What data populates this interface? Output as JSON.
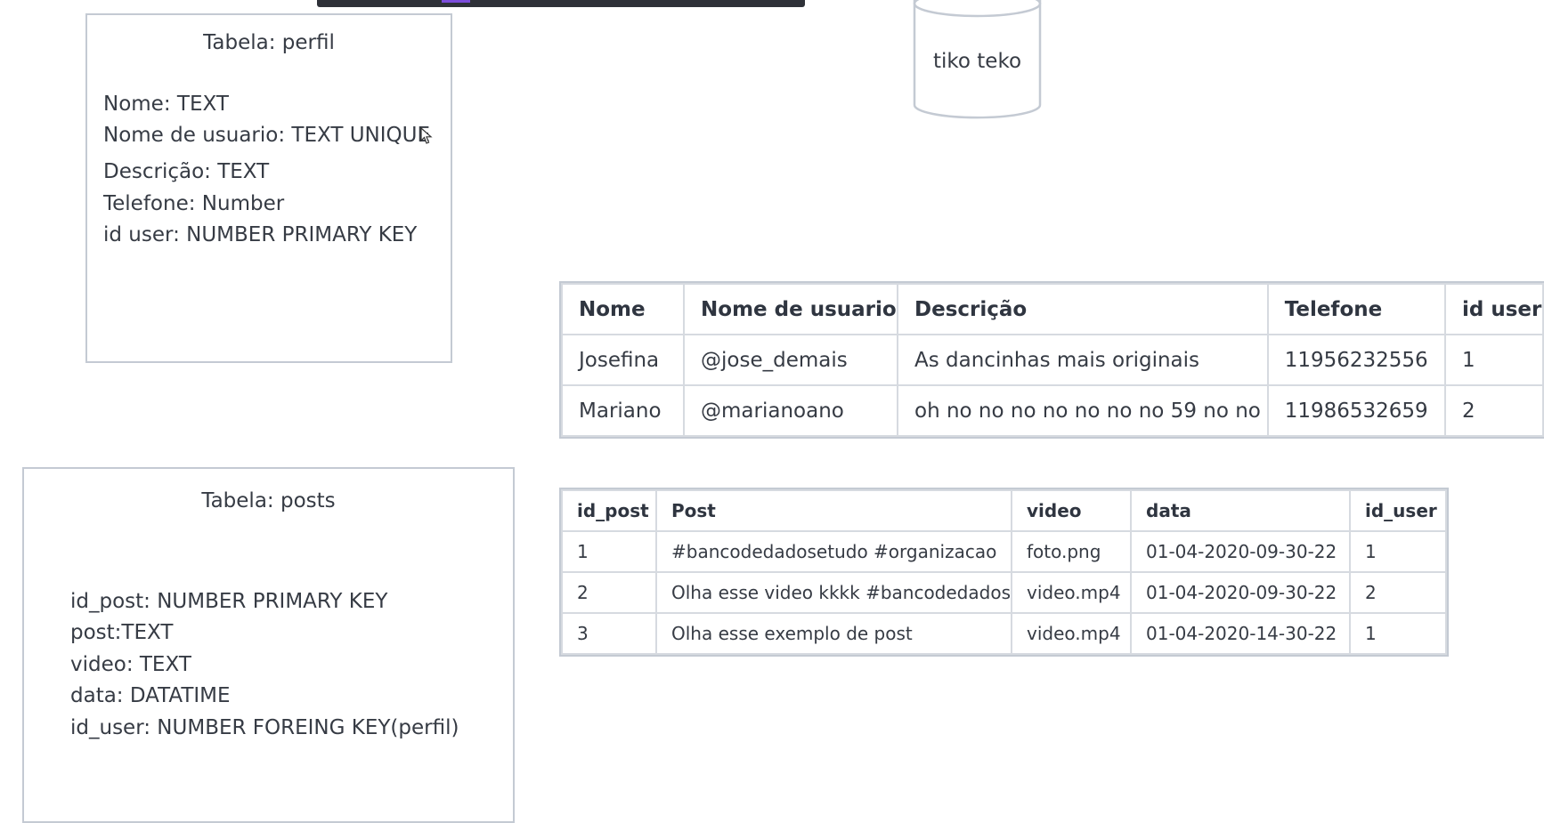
{
  "perfil_box": {
    "title": "Tabela: perfil",
    "lines": [
      "Nome: TEXT",
      "Nome de usuario: TEXT UNIQUE",
      "Descrição: TEXT",
      "Telefone: Number",
      "id user: NUMBER PRIMARY KEY"
    ]
  },
  "posts_box": {
    "title": "Tabela: posts",
    "lines": [
      "id_post: NUMBER PRIMARY KEY",
      "post:TEXT",
      "video: TEXT",
      "data: DATATIME",
      "id_user: NUMBER FOREING KEY(perfil)"
    ]
  },
  "database": {
    "label": "tiko teko"
  },
  "perfil_table": {
    "headers": [
      "Nome",
      "Nome de usuario",
      "Descrição",
      "Telefone",
      "id user"
    ],
    "rows": [
      [
        "Josefina",
        "@jose_demais",
        "As dancinhas mais originais",
        "11956232556",
        "1"
      ],
      [
        "Mariano",
        "@marianoano",
        "oh no no no no no no no 59 no no",
        "11986532659",
        "2"
      ]
    ]
  },
  "posts_table": {
    "headers": [
      "id_post",
      "Post",
      "video",
      "data",
      "id_user"
    ],
    "rows": [
      [
        "1",
        "#bancodedadosetudo #organizacao",
        "foto.png",
        "01-04-2020-09-30-22",
        "1"
      ],
      [
        "2",
        "Olha esse video kkkk #bancodedados",
        "video.mp4",
        "01-04-2020-09-30-22",
        "2"
      ],
      [
        "3",
        "Olha esse exemplo de post",
        "video.mp4",
        "01-04-2020-14-30-22",
        "1"
      ]
    ]
  }
}
